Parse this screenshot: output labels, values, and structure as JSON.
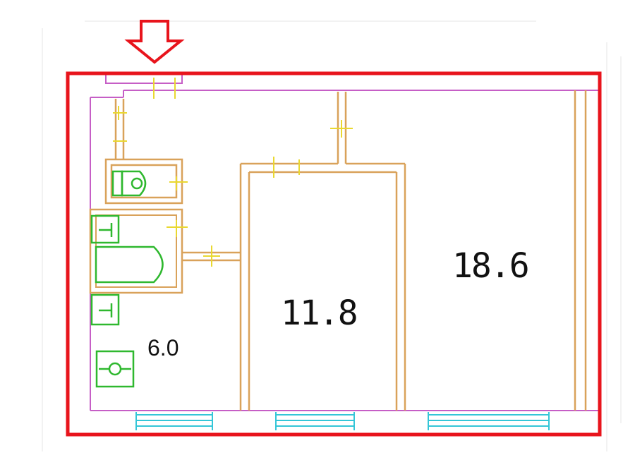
{
  "plan": {
    "entrance_marker": "entrance-arrow",
    "rooms": [
      {
        "id": "bathroom-kitchen",
        "area": "6.0"
      },
      {
        "id": "middle-room",
        "area": "11.8"
      },
      {
        "id": "large-room",
        "area": "18.6"
      }
    ],
    "colors": {
      "frame": "#e8141c",
      "wall": "#d9a25a",
      "outer_wall": "#c65ec6",
      "fixture": "#2fb82f",
      "window": "#34c6d8",
      "dimension": "#e9d830"
    }
  }
}
